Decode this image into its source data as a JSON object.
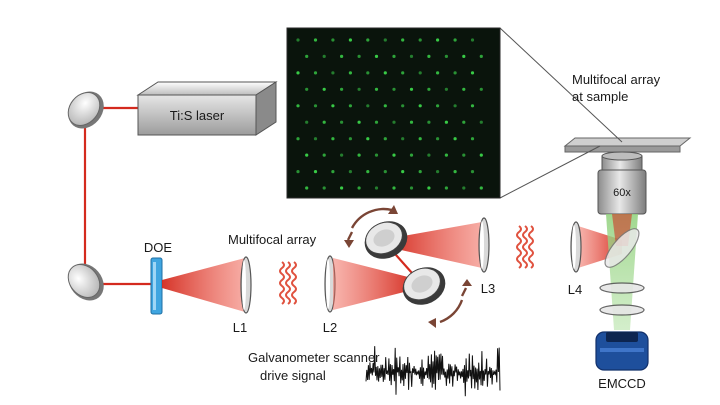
{
  "labels": {
    "laser": "Ti:S laser",
    "doe": "DOE",
    "l1": "L1",
    "l2": "L2",
    "l3": "L3",
    "l4": "L4",
    "multifocal_array": "Multifocal array",
    "multifocal_sample_line1": "Multifocal array",
    "multifocal_sample_line2": "at sample",
    "objective": "60x",
    "camera": "EMCCD",
    "galvo_line1": "Galvanometer scanner",
    "galvo_line2": "drive signal"
  },
  "colors": {
    "beam": "#d42a1e",
    "beam_light": "#f3b3ab",
    "fluorescence": "#8fd07a",
    "doe": "#3fa5e0",
    "camera": "#1e4f9c",
    "arrows": "#7a4535",
    "dots": "#3bd44a",
    "inset_bg": "#0a140c"
  },
  "inset": {
    "grid_rows": 10,
    "grid_cols": 11
  }
}
